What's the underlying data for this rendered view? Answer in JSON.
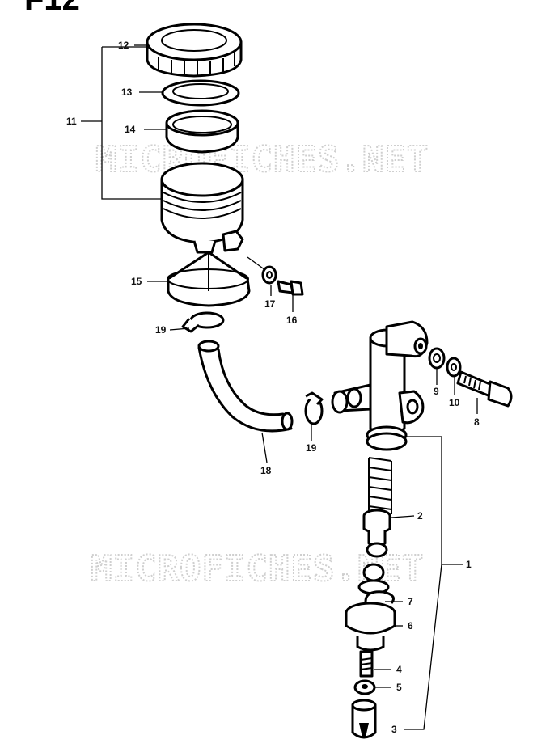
{
  "page_id": "F12",
  "watermark": "MICROFICHES.NET",
  "parts": [
    {
      "no": "1"
    },
    {
      "no": "2"
    },
    {
      "no": "3"
    },
    {
      "no": "4"
    },
    {
      "no": "5"
    },
    {
      "no": "6"
    },
    {
      "no": "7"
    },
    {
      "no": "8"
    },
    {
      "no": "9"
    },
    {
      "no": "10"
    },
    {
      "no": "11"
    },
    {
      "no": "12"
    },
    {
      "no": "13"
    },
    {
      "no": "14"
    },
    {
      "no": "15"
    },
    {
      "no": "16"
    },
    {
      "no": "17"
    },
    {
      "no": "18"
    },
    {
      "no": "19"
    },
    {
      "no": "19"
    }
  ]
}
